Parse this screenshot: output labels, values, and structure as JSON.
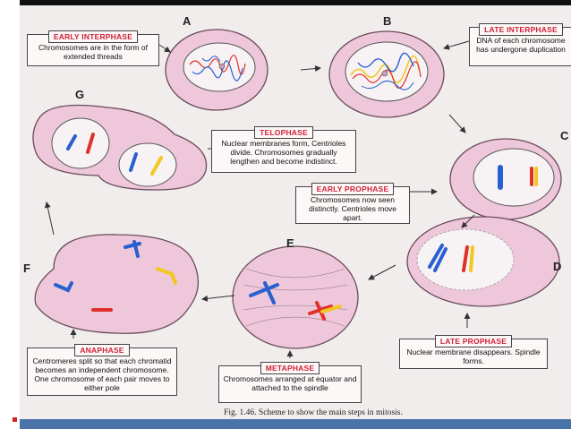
{
  "stages": {
    "a": {
      "letter": "A",
      "title": "EARLY INTERPHASE",
      "text": "Chromosomes are in the form of extended threads"
    },
    "b": {
      "letter": "B",
      "title": "LATE INTERPHASE",
      "text": "DNA of each chromosome has undergone duplication"
    },
    "c": {
      "letter": "C",
      "title": "EARLY PROPHASE",
      "text": "Chromosomes now seen distinctly. Centrioles move apart."
    },
    "d": {
      "letter": "D",
      "title": "LATE PROPHASE",
      "text": "Nuclear membrane disappears. Spindle forms."
    },
    "e": {
      "letter": "E",
      "title": "METAPHASE",
      "text": "Chromosomes arranged at equator and attached to the spindle"
    },
    "f": {
      "letter": "F",
      "title": "ANAPHASE",
      "text": "Centromeres split so that each chromatid becomes an independent chromosome. One chromosome of each pair moves to either pole"
    },
    "g": {
      "letter": "G",
      "title": "TELOPHASE",
      "text": "Nuclear membranes form, Centrioles divide. Chromosomes gradually lengthen and become indistinct."
    }
  },
  "caption": "Fig. 1.46. Scheme to show the main steps in mitosis.",
  "colors": {
    "cell_fill": "#eec8da",
    "cell_border": "#6a4b5a",
    "nucleus_fill": "#f7f2f4",
    "red": "#e0302a",
    "blue": "#2a5fd0",
    "yellow": "#f2c71f",
    "label_red": "#d3203a"
  }
}
